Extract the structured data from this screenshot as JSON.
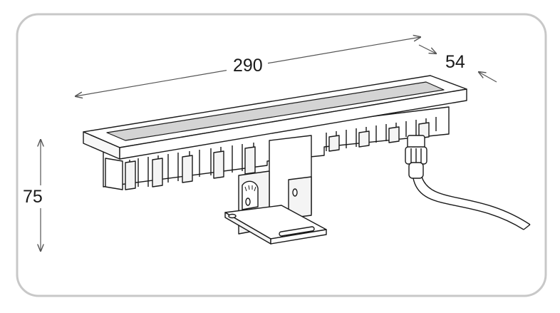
{
  "dimensions": {
    "length": "290",
    "width": "54",
    "height": "75"
  },
  "colors": {
    "frame_border": "#c8c8c8",
    "line": "#1a1a1a",
    "lens": "#bdbdbd",
    "arrow": "#555555"
  }
}
